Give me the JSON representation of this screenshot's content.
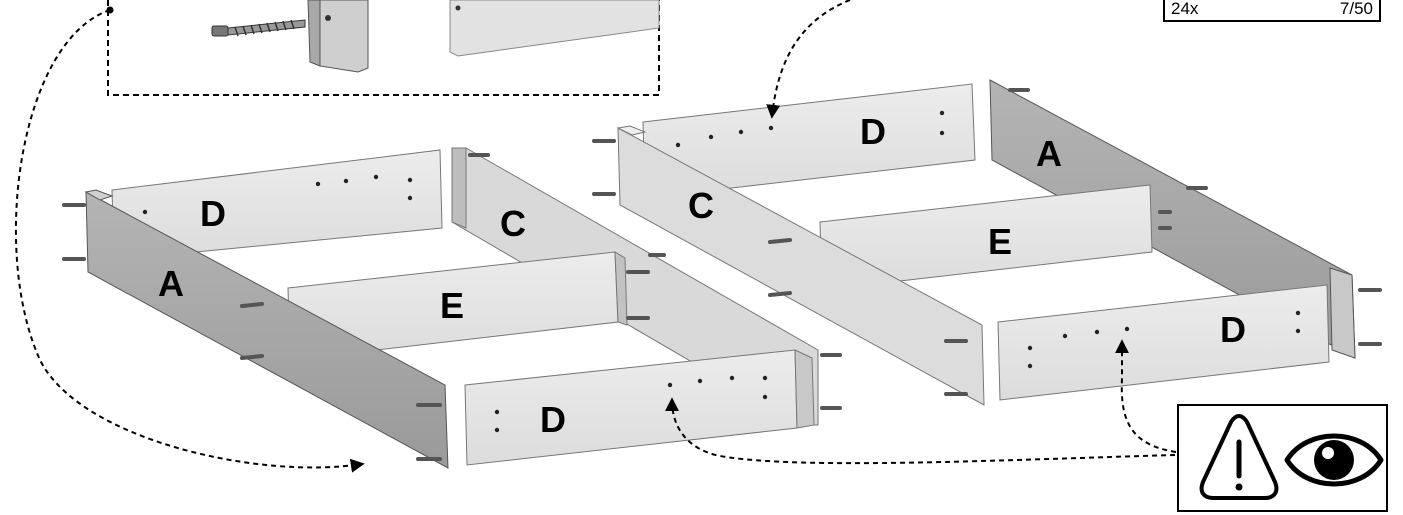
{
  "part_info": {
    "quantity": "24x",
    "code": "7/50"
  },
  "left_frame": {
    "panel_labels": {
      "A": "A",
      "C": "C",
      "D_back": "D",
      "E": "E",
      "D_front": "D"
    }
  },
  "right_frame": {
    "panel_labels": {
      "A": "A",
      "C": "C",
      "D_back": "D",
      "E": "E",
      "D_front": "D"
    }
  },
  "warning_box": {
    "icons": [
      "warning-triangle-icon",
      "eye-icon"
    ]
  },
  "colors": {
    "panel_light": "#e6e6e6",
    "panel_mid": "#c8c8c8",
    "panel_dark": "#a6a6a6",
    "outline": "#000000"
  }
}
